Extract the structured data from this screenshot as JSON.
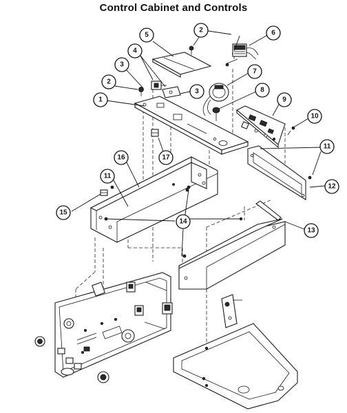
{
  "title": "Control Cabinet and Controls",
  "callouts": {
    "c1": "1",
    "c2a": "2",
    "c2b": "2",
    "c3a": "3",
    "c3b": "3",
    "c4": "4",
    "c5": "5",
    "c6": "6",
    "c7": "7",
    "c8": "8",
    "c9": "9",
    "c10": "10",
    "c11a": "11",
    "c11b": "11",
    "c12": "12",
    "c13": "13",
    "c14": "14",
    "c15": "15",
    "c16": "16",
    "c17": "17"
  }
}
